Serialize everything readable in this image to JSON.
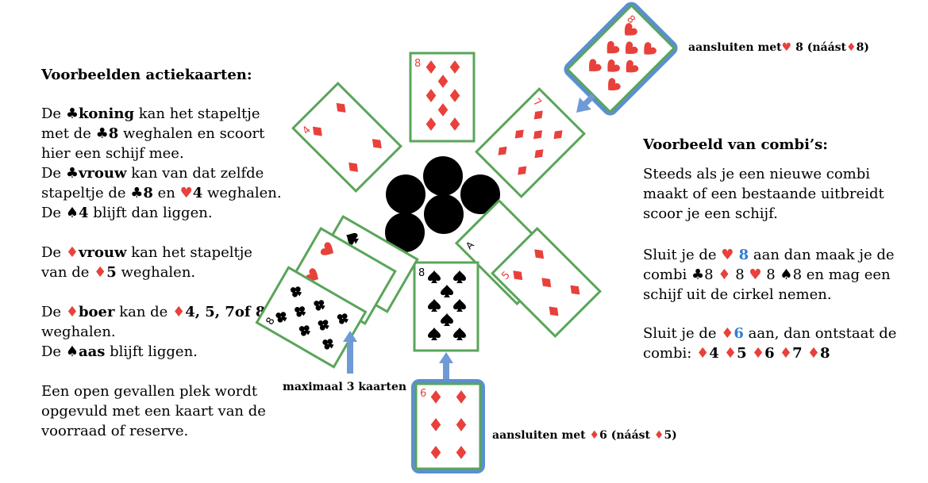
{
  "left": {
    "title": "Voorbeelden actiekaarten:",
    "p1": {
      "a": "De ",
      "s1": "♣",
      "b": "koning",
      "c": " kan het stapeltje",
      "d": "met de ",
      "s2": "♣",
      "e": "8",
      "f": " weghalen en scoort",
      "g": "hier een schijf mee."
    },
    "p2": {
      "a": "De ",
      "s1": "♣",
      "b": "vrouw",
      "c": " kan van dat zelfde",
      "d": "stapeltje de ",
      "s2": "♣",
      "e": "8",
      "f": " en ",
      "s3": "♥",
      "g": "4",
      "h": " weghalen.",
      "i": "De ",
      "s4": "♠",
      "j": "4",
      "k": " blijft dan liggen."
    },
    "p3": {
      "a": "De ",
      "s1": "♦",
      "b": "vrouw",
      "c": " kan het stapeltje",
      "d": "van de ",
      "s2": "♦",
      "e": "5",
      "f": " weghalen."
    },
    "p4": {
      "a": "De ",
      "s1": "♦",
      "b": "boer",
      "c": " kan de ",
      "s2": "♦",
      "d": "4, 5, 7of 8",
      "e": "weghalen.",
      "f": "De ",
      "s3": "♠",
      "g": "aas",
      "h": " blijft liggen."
    },
    "p5": [
      "Een open gevallen plek wordt",
      "opgevuld met een kaart van de",
      "voorraad of reserve."
    ]
  },
  "right": {
    "title": "Voorbeeld van combi’s:",
    "p1": [
      "Steeds als je een nieuwe combi",
      "maakt of een bestaande uitbreidt",
      "scoor je een schijf."
    ],
    "p2": {
      "a": "Sluit je de ",
      "s1": "♥",
      "b": " 8",
      "c": " aan dan maak je de",
      "d": "combi ",
      "s2": "♣",
      "e": "8 ",
      "s3": "♦",
      "f": " 8 ",
      "s4": "♥",
      "g": " 8  ",
      "s5": "♠",
      "h": "8 en mag een",
      "i": "schijf uit de cirkel nemen."
    },
    "p3": {
      "a": "Sluit je de ",
      "s1": "♦",
      "b": "6",
      "c": " aan, dan ontstaat de",
      "d": "combi: ",
      "items": [
        "4",
        "5",
        "6",
        "7",
        "8"
      ],
      "sym": "♦"
    }
  },
  "labels": {
    "top_right": {
      "a": "aansluiten met",
      "s1": "♥",
      "b": " 8 (náást",
      "s2": "♦",
      "c": "8)"
    },
    "bottom": {
      "a": "aansluiten met ",
      "s1": "♦",
      "b": "6 (náást ",
      "s2": "♦",
      "c": "5)"
    },
    "max": "maximaal 3 kaarten"
  },
  "cards": {
    "top": {
      "rank": "8",
      "suit": "♦"
    },
    "top_left": {
      "rank": "4",
      "suit": "♦"
    },
    "top_right": {
      "rank": "7",
      "suit": "♦"
    },
    "right_back": {
      "rank": "A",
      "suit": "♠"
    },
    "right_front": {
      "rank": "5",
      "suit": "♦"
    },
    "bottom": {
      "rank": "8",
      "suit": "♠"
    },
    "left_back": {
      "rank": "4",
      "suit": "♠"
    },
    "left_mid": {
      "rank": "4",
      "suit": "♥"
    },
    "left_front": {
      "rank": "8",
      "suit": "♣"
    },
    "added_top": {
      "rank": "8",
      "suit": "♥"
    },
    "added_bottom": {
      "rank": "6",
      "suit": "♦"
    }
  },
  "colors": {
    "card_border": "#5aa55a",
    "blue_frame": "#5b8fd1",
    "arrow": "#6e9ad6",
    "red": "#e8413b",
    "black": "#000000"
  }
}
